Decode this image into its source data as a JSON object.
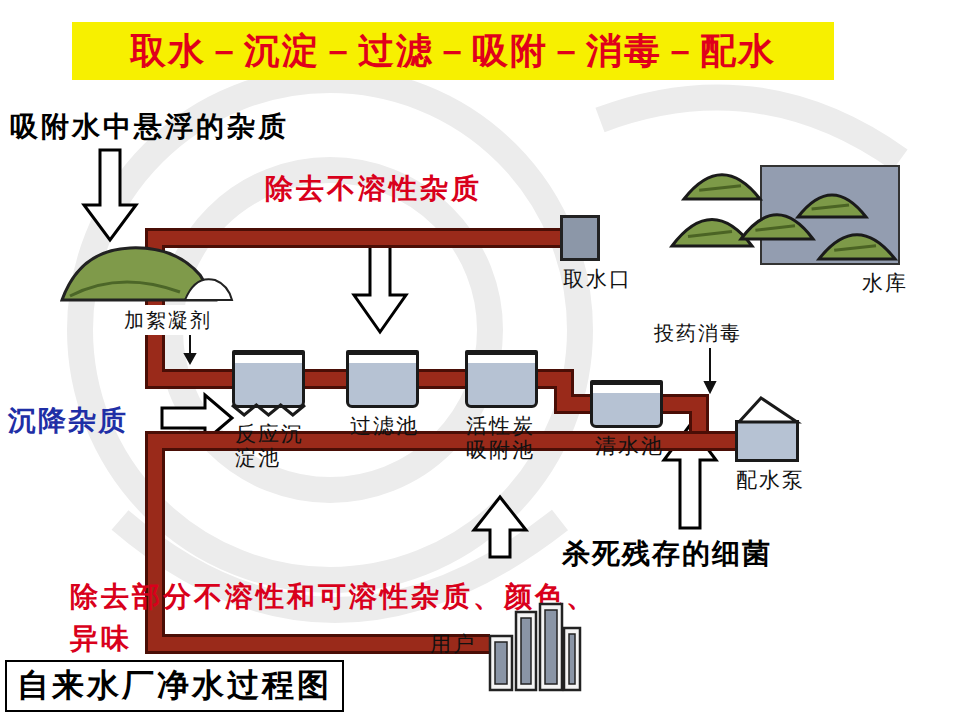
{
  "diagram": {
    "title": "取水－沉淀－过滤－吸附－消毒－配水",
    "caption": "自来水厂净水过程图",
    "nodes": [
      {
        "text": [
          "取水口"
        ]
      },
      {
        "text": [
          "水库"
        ]
      },
      {
        "text": [
          "反应沉淀池"
        ]
      },
      {
        "text": [
          "过滤池"
        ]
      },
      {
        "text": [
          "活性炭吸附池"
        ]
      },
      {
        "text": [
          "清水池"
        ]
      },
      {
        "text": [
          "配水泵"
        ]
      },
      {
        "text": [
          "用户"
        ]
      }
    ],
    "edges": [
      {
        "from": 0,
        "to": 2,
        "arrow": "none"
      },
      {
        "from": 2,
        "to": 3,
        "arrow": "none"
      },
      {
        "from": 3,
        "to": 4,
        "arrow": "none"
      },
      {
        "from": 4,
        "to": 5,
        "arrow": "none"
      },
      {
        "from": 5,
        "to": 6,
        "arrow": "none"
      },
      {
        "from": 6,
        "to": 7,
        "arrow": "none"
      }
    ],
    "labels": [
      "吸附水中悬浮的杂质",
      "除去不溶性杂质",
      "加絮凝剂",
      "投药消毒",
      "沉降杂质",
      "杀死残存的细菌",
      "除去部分不溶性和可溶性杂质、颜色、异味"
    ]
  }
}
